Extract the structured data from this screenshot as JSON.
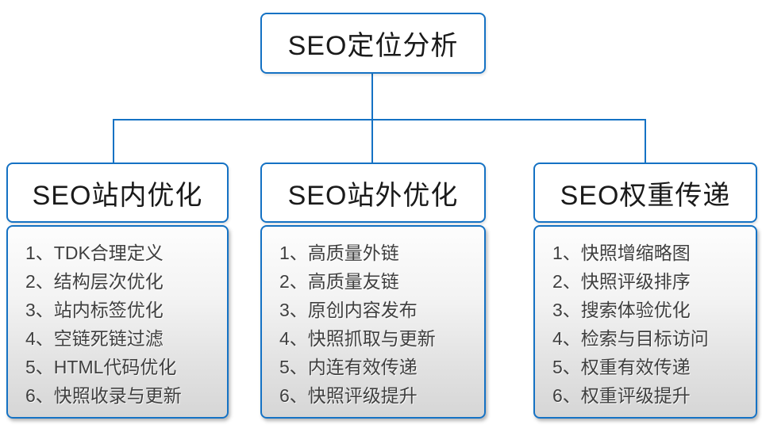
{
  "diagram": {
    "root": {
      "label": "SEO定位分析"
    },
    "branches": [
      {
        "title": "SEO站内优化",
        "items": [
          "1、TDK合理定义",
          "2、结构层次优化",
          "3、站内标签优化",
          "4、空链死链过滤",
          "5、HTML代码优化",
          "6、快照收录与更新"
        ]
      },
      {
        "title": "SEO站外优化",
        "items": [
          "1、高质量外链",
          "2、高质量友链",
          "3、原创内容发布",
          "4、快照抓取与更新",
          "5、内连有效传递",
          "6、快照评级提升"
        ]
      },
      {
        "title": "SEO权重传递",
        "items": [
          "1、快照增缩略图",
          "2、快照评级排序",
          "3、搜索体验优化",
          "4、检索与目标访问",
          "5、权重有效传递",
          "6、权重评级提升"
        ]
      }
    ],
    "colors": {
      "accent": "#1572C4",
      "header_text": "#1a1a1a",
      "item_text": "#3f3f3f",
      "list_bg_top": "#fdfdfd",
      "list_bg_bottom": "#d6d6d6"
    }
  }
}
